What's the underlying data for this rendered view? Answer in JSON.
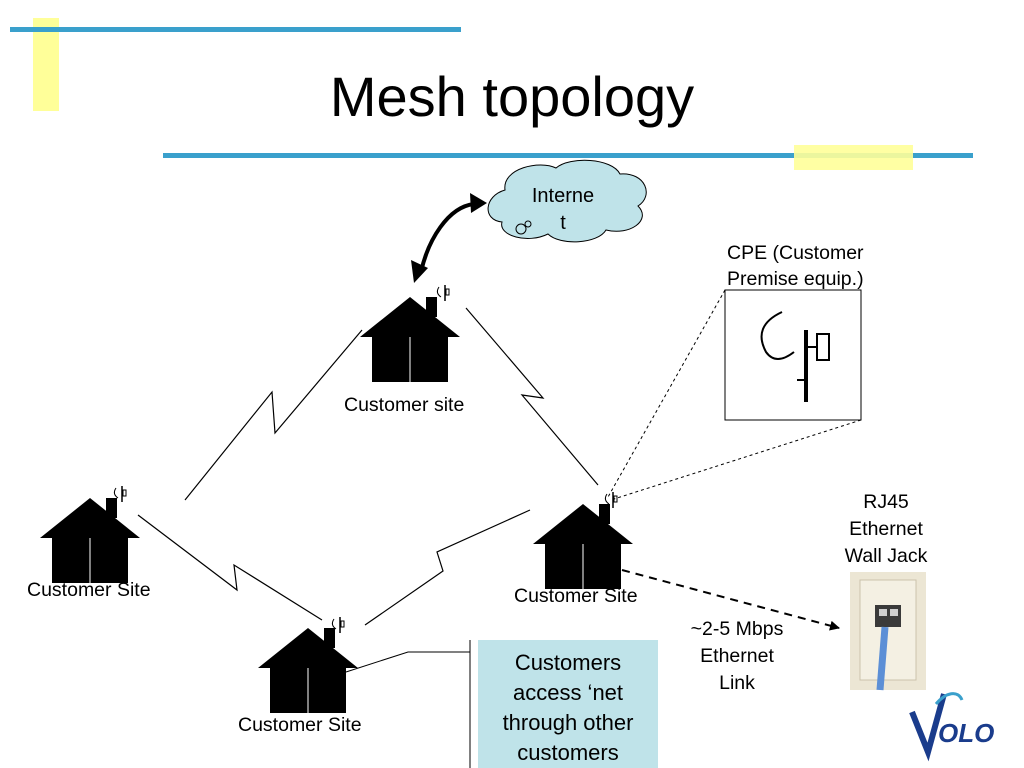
{
  "title": "Mesh topology",
  "cloud": {
    "line1": "Interne",
    "line2": "t"
  },
  "sites": {
    "top": "Customer site",
    "left": "Customer Site",
    "bottom": "Customer Site",
    "right": "Customer Site"
  },
  "cpe": {
    "line1": "CPE (Customer",
    "line2": "Premise equip.)"
  },
  "jack": {
    "line1": "RJ45",
    "line2": "Ethernet",
    "line3": "Wall Jack"
  },
  "link": {
    "line1": "~2-5 Mbps",
    "line2": "Ethernet",
    "line3": "Link"
  },
  "note": {
    "line1": "Customers",
    "line2": "access ‘net",
    "line3": "through other",
    "line4": "customers"
  },
  "logo": {
    "text": "OLO"
  },
  "colors": {
    "accent_blue": "#3aa0cc",
    "accent_yellow": "#ffff99",
    "cloud_fill": "#bfe3e9",
    "note_fill": "#bfe3e9",
    "logo_blue": "#1a3c8c"
  },
  "icons": [
    "house-icon",
    "antenna-icon",
    "cloud-icon",
    "wall-jack-image",
    "cpe-antenna-image",
    "volo-logo"
  ]
}
